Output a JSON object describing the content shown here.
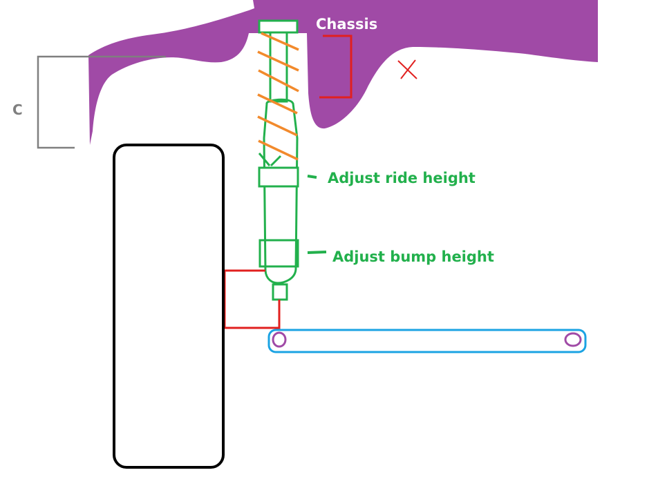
{
  "labels": {
    "chassis": "Chassis",
    "c_dimension": "C",
    "x_mark": "X",
    "ride_height": "Adjust ride height",
    "bump_height": "Adjust bump height"
  },
  "colors": {
    "chassis": "#a04aa6",
    "shock": "#22b04c",
    "spring": "#f28a2c",
    "bracket": "#e1201f",
    "control_arm": "#1ba3e3",
    "pivot": "#a04aa6",
    "wheel": "#000000",
    "dimension": "#7f7f7f",
    "chassis_label": "#ffffff"
  },
  "icons": {
    "x_mark": "x-icon"
  }
}
